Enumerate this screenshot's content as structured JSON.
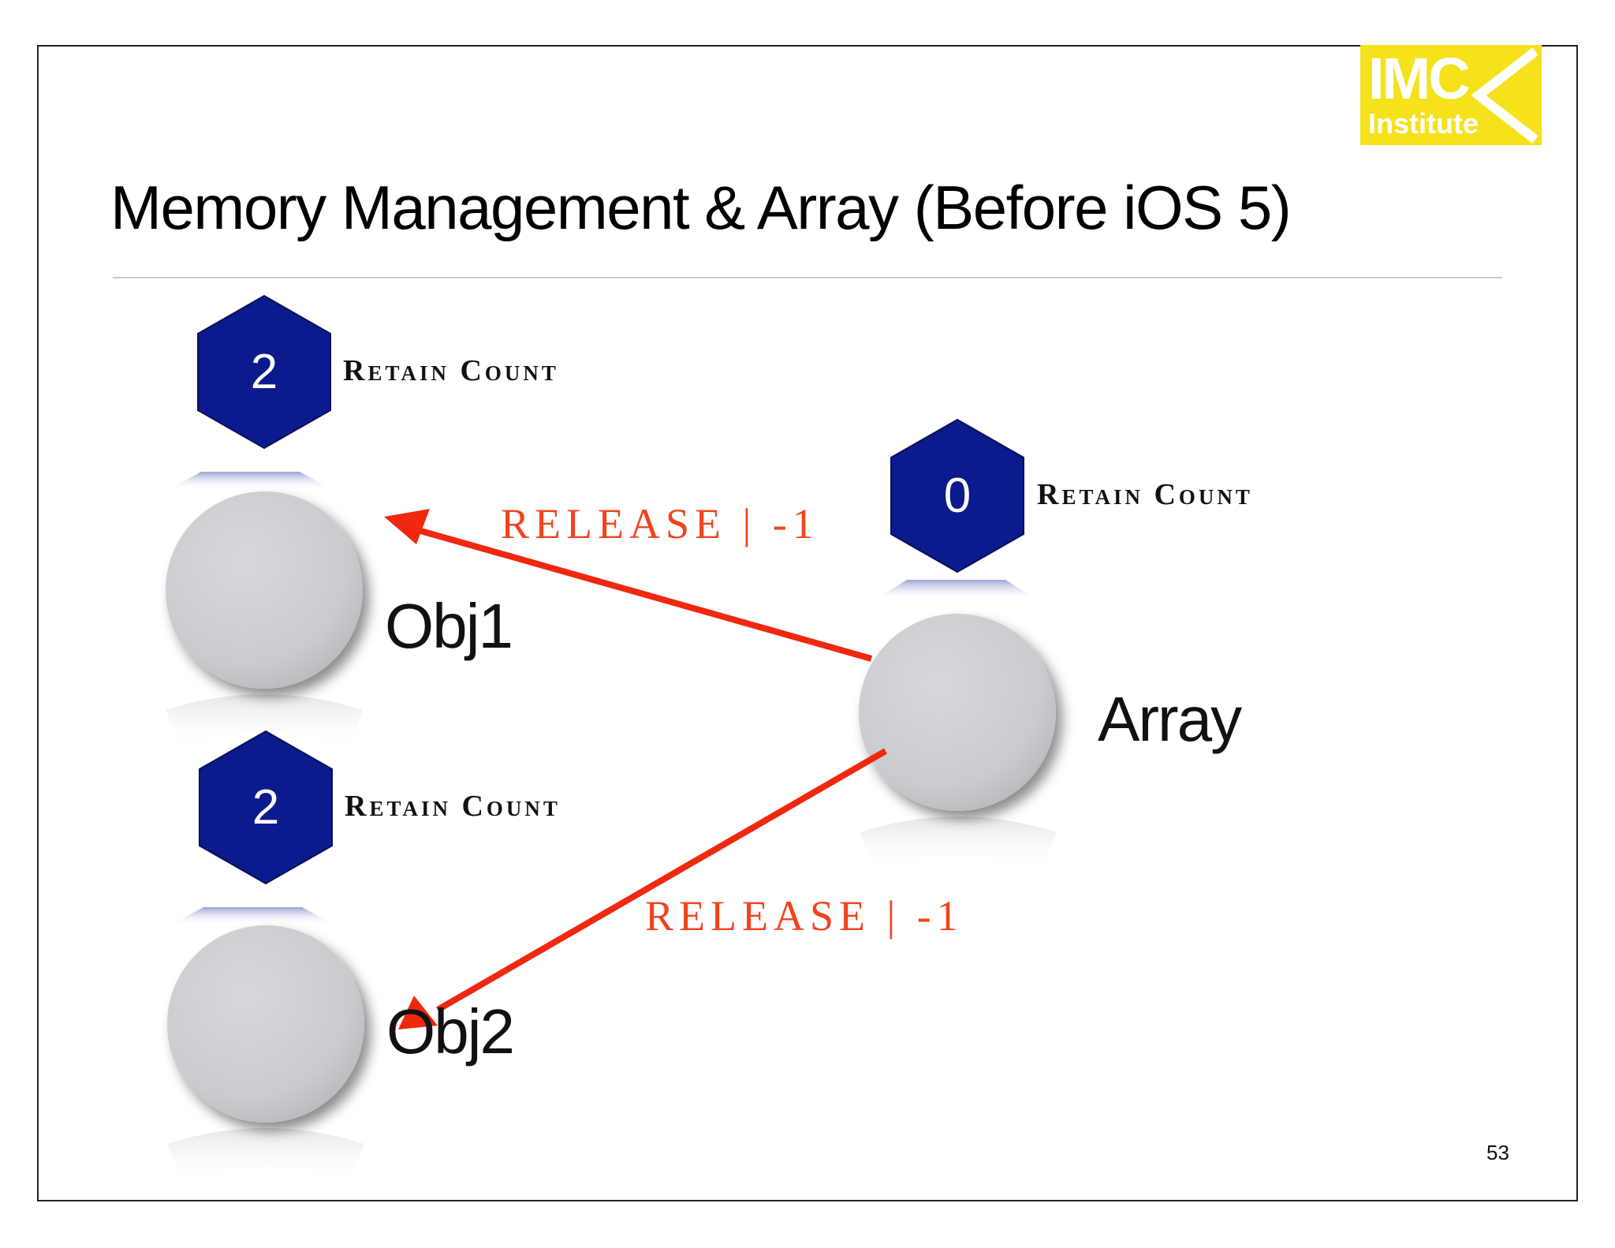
{
  "slide": {
    "title": "Memory Management & Array (Before iOS 5)",
    "page_number": "53"
  },
  "logo": {
    "main": "IMC",
    "sub": "Institute",
    "color": "#f5e21b"
  },
  "nodes": {
    "obj1": {
      "label": "Obj1",
      "retain_count": "2",
      "retain_label": "Retain Count"
    },
    "obj2": {
      "label": "Obj2",
      "retain_count": "2",
      "retain_label": "Retain Count"
    },
    "array": {
      "label": "Array",
      "retain_count": "0",
      "retain_label": "Retain Count"
    }
  },
  "edges": {
    "to_obj1": {
      "label": "RELEASE | -1"
    },
    "to_obj2": {
      "label": "RELEASE | -1"
    }
  },
  "colors": {
    "hexagon": "#0b1a8c",
    "circle": "#cfcfd3",
    "arrow": "#f0280f",
    "release_text": "#f0431c"
  }
}
